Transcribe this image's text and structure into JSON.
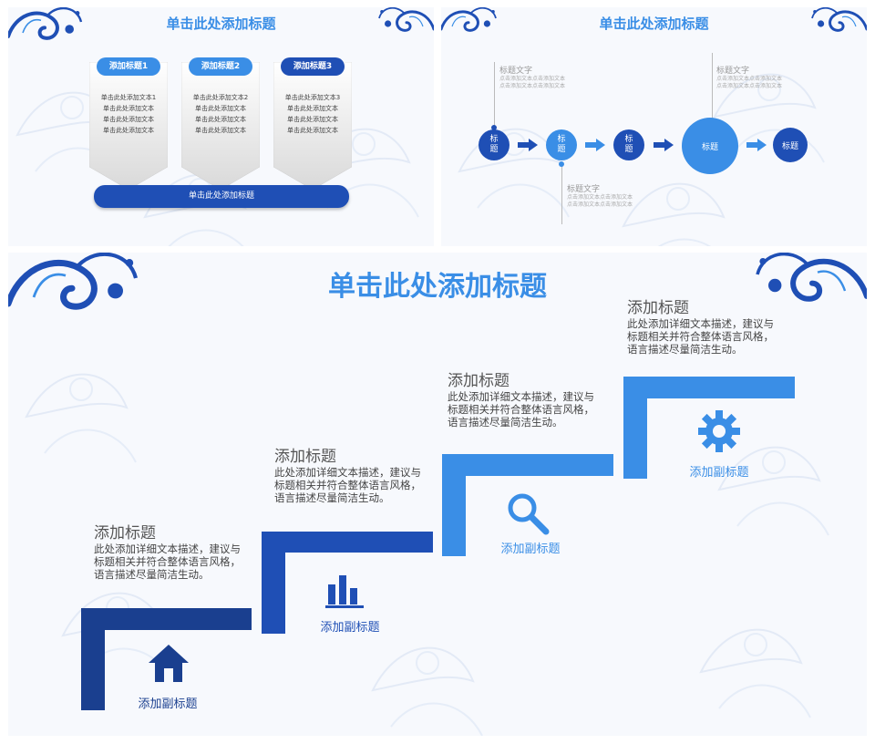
{
  "colors": {
    "navy": "#1a3f8f",
    "blue": "#1f4fb5",
    "light": "#3a8ee6",
    "title": "#3a8ee6"
  },
  "slide1": {
    "title": "单击此处添加标题",
    "cards": [
      {
        "label": "添加标题1",
        "lines": [
          "单击此处添加文本1",
          "单击此处添加文本",
          "单击此处添加文本",
          "单击此处添加文本"
        ]
      },
      {
        "label": "添加标题2",
        "lines": [
          "单击此处添加文本2",
          "单击此处添加文本",
          "单击此处添加文本",
          "单击此处添加文本"
        ]
      },
      {
        "label": "添加标题3",
        "lines": [
          "单击此处添加文本3",
          "单击此处添加文本",
          "单击此处添加文本",
          "单击此处添加文本"
        ]
      }
    ],
    "bar_label": "单击此处添加标题"
  },
  "slide2": {
    "title": "单击此处添加标题",
    "nodes": [
      "标\n题",
      "标\n题",
      "标\n题",
      "标题",
      "标题"
    ],
    "notes": [
      {
        "head": "标题文字",
        "body": "点击添加文本点击添加文本\n点击添加文本点击添加文本"
      },
      {
        "head": "标题文字",
        "body": "点击添加文本点击添加文本\n点击添加文本点击添加文本"
      },
      {
        "head": "标题文字",
        "body": "点击添加文本点击添加文本\n点击添加文本点击添加文本"
      }
    ]
  },
  "slide3": {
    "title": "单击此处添加标题",
    "steps": [
      {
        "title": "添加标题",
        "desc": "此处添加详细文本描述，建议与\n标题相关并符合整体语言风格，\n语言描述尽量简洁生动。",
        "sub": "添加副标题",
        "icon": "home-icon"
      },
      {
        "title": "添加标题",
        "desc": "此处添加详细文本描述，建议与\n标题相关并符合整体语言风格，\n语言描述尽量简洁生动。",
        "sub": "添加副标题",
        "icon": "bar-chart-icon"
      },
      {
        "title": "添加标题",
        "desc": "此处添加详细文本描述，建议与\n标题相关并符合整体语言风格，\n语言描述尽量简洁生动。",
        "sub": "添加副标题",
        "icon": "search-icon"
      },
      {
        "title": "添加标题",
        "desc": "此处添加详细文本描述，建议与\n标题相关并符合整体语言风格，\n语言描述尽量简洁生动。",
        "sub": "添加副标题",
        "icon": "gear-icon"
      }
    ]
  }
}
